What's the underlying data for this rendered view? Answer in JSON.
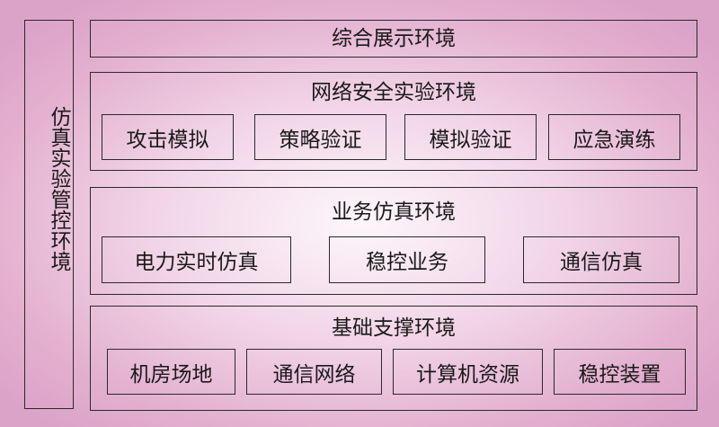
{
  "left_panel": {
    "title": "仿真实验管控环境"
  },
  "display_env": {
    "title": "综合展示环境"
  },
  "security_env": {
    "title": "网络安全实验环境",
    "items": [
      "攻击模拟",
      "策略验证",
      "模拟验证",
      "应急演练"
    ]
  },
  "business_env": {
    "title": "业务仿真环境",
    "items": [
      "电力实时仿真",
      "稳控业务",
      "通信仿真"
    ]
  },
  "infra_env": {
    "title": "基础支撑环境",
    "items": [
      "机房场地",
      "通信网络",
      "计算机资源",
      "稳控装置"
    ]
  }
}
